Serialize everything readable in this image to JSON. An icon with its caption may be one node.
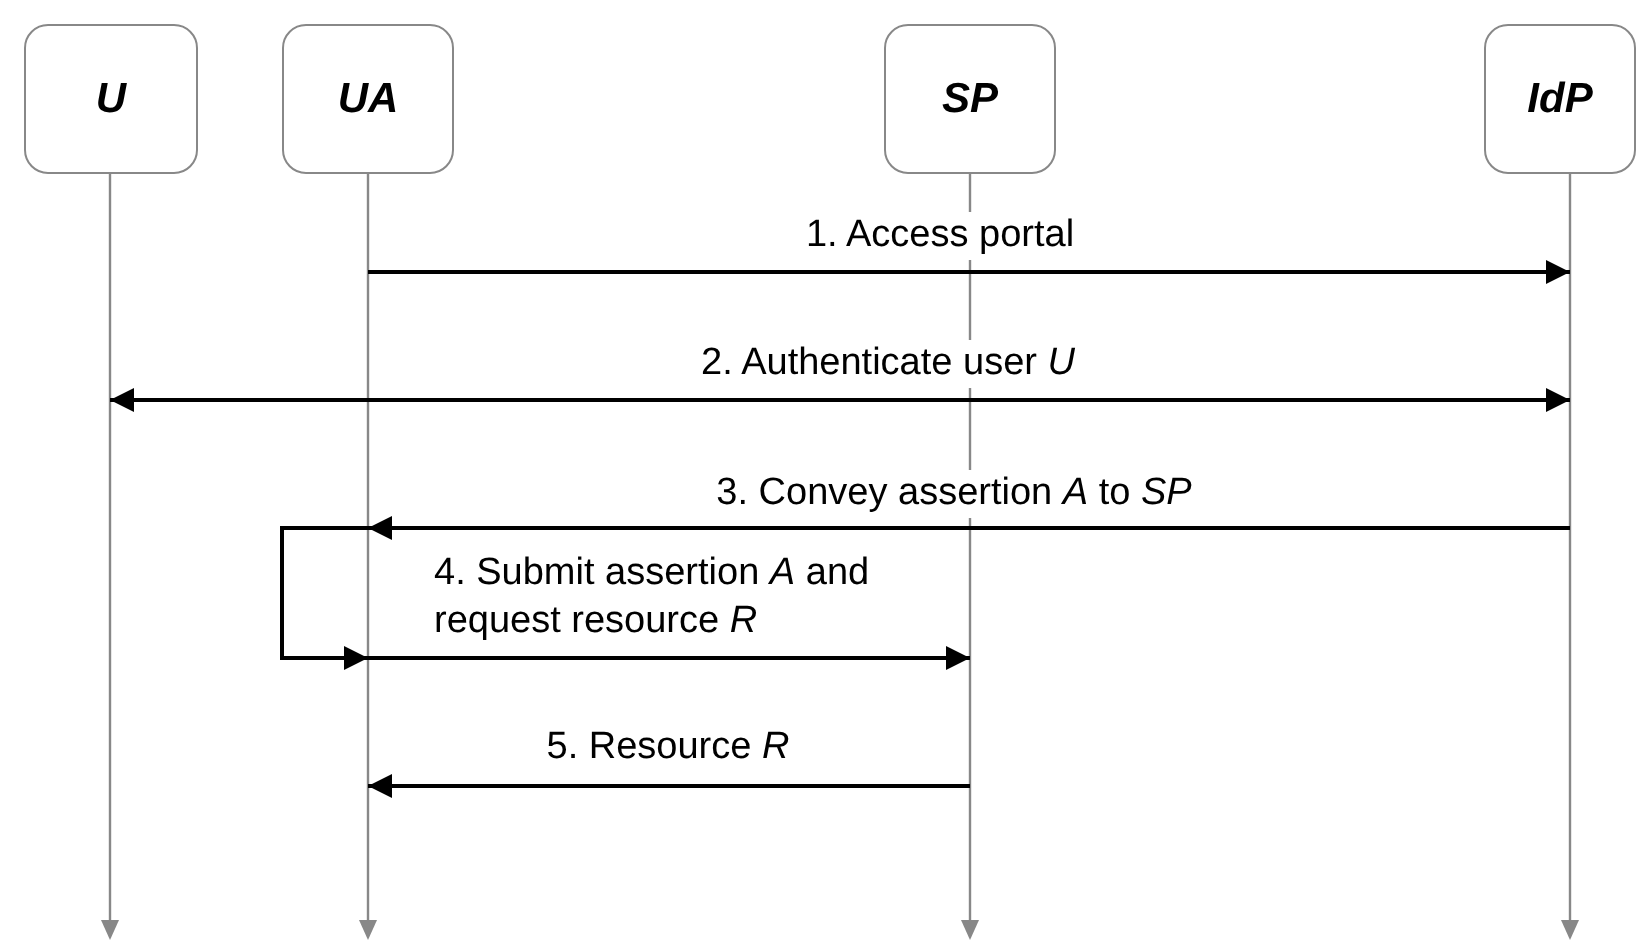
{
  "diagram": {
    "nodes": [
      {
        "text": [
          "U"
        ]
      },
      {
        "text": [
          "UA"
        ]
      },
      {
        "text": [
          "SP"
        ]
      },
      {
        "text": [
          "IdP"
        ]
      },
      {
        "text": [],
        "shape": "line"
      },
      {
        "text": [],
        "shape": "line"
      },
      {
        "text": [],
        "shape": "line"
      },
      {
        "text": [],
        "shape": "line"
      }
    ],
    "edges": [
      {
        "from": 5,
        "to": 7,
        "arrow": "to",
        "label": "1. Access portal"
      },
      {
        "from": 4,
        "to": 7,
        "arrow": "both",
        "label": "2. Authenticate user *U*"
      },
      {
        "from": 7,
        "to": 5,
        "arrow": "to",
        "label": "3. Convey assertion *A* to *SP*"
      },
      {
        "from": 5,
        "to": 5,
        "arrow": "to"
      },
      {
        "from": 5,
        "to": 6,
        "arrow": "to",
        "label": "4. Submit assertion *A* and request resource *R*"
      },
      {
        "from": 6,
        "to": 5,
        "arrow": "to",
        "label": "5. Resource *R*"
      }
    ]
  }
}
